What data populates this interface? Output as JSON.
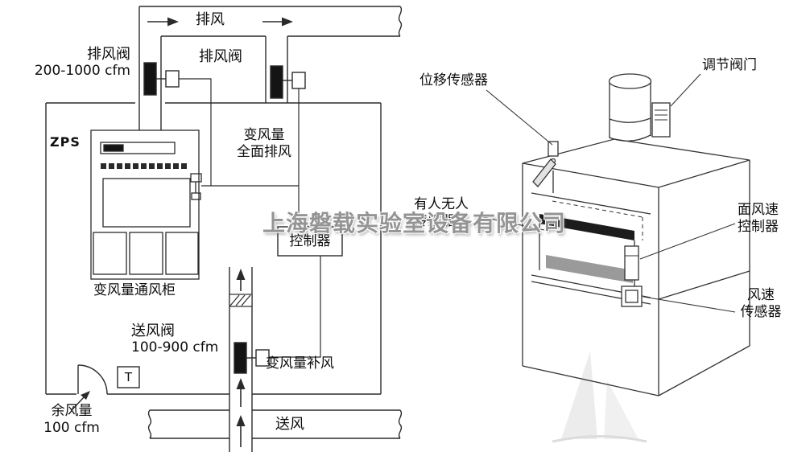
{
  "watermark": {
    "text": "上海磐载实验室设备有限公司"
  },
  "schematic": {
    "exhaust_duct_label": "排风",
    "exhaust_valve_left": {
      "name": "排风阀",
      "range": "200-1000 cfm"
    },
    "exhaust_valve_right": "排风阀",
    "zps_label": "ZPS",
    "vav_general_exhaust": {
      "line1": "变风量",
      "line2": "全面排风"
    },
    "controller_label": "控制器",
    "fume_hood_label": "变风量通风柜",
    "supply_valve": {
      "name": "送风阀",
      "range": "100-900 cfm"
    },
    "vav_makeup_label": "变风量补风",
    "thermostat_label": "T",
    "residual_air": {
      "line1": "余风量",
      "line2": "100 cfm"
    },
    "supply_duct_label": "送风"
  },
  "hood_drawing": {
    "displacement_sensor": "位移传感器",
    "adjustment_valve": "调节阀门",
    "occupancy_sensor": {
      "line1": "有人无人",
      "line2": "传感器"
    },
    "face_velocity_controller": {
      "line1": "面风速",
      "line2": "控制器"
    },
    "velocity_sensor": {
      "line1": "风速",
      "line2": "传感器"
    }
  }
}
